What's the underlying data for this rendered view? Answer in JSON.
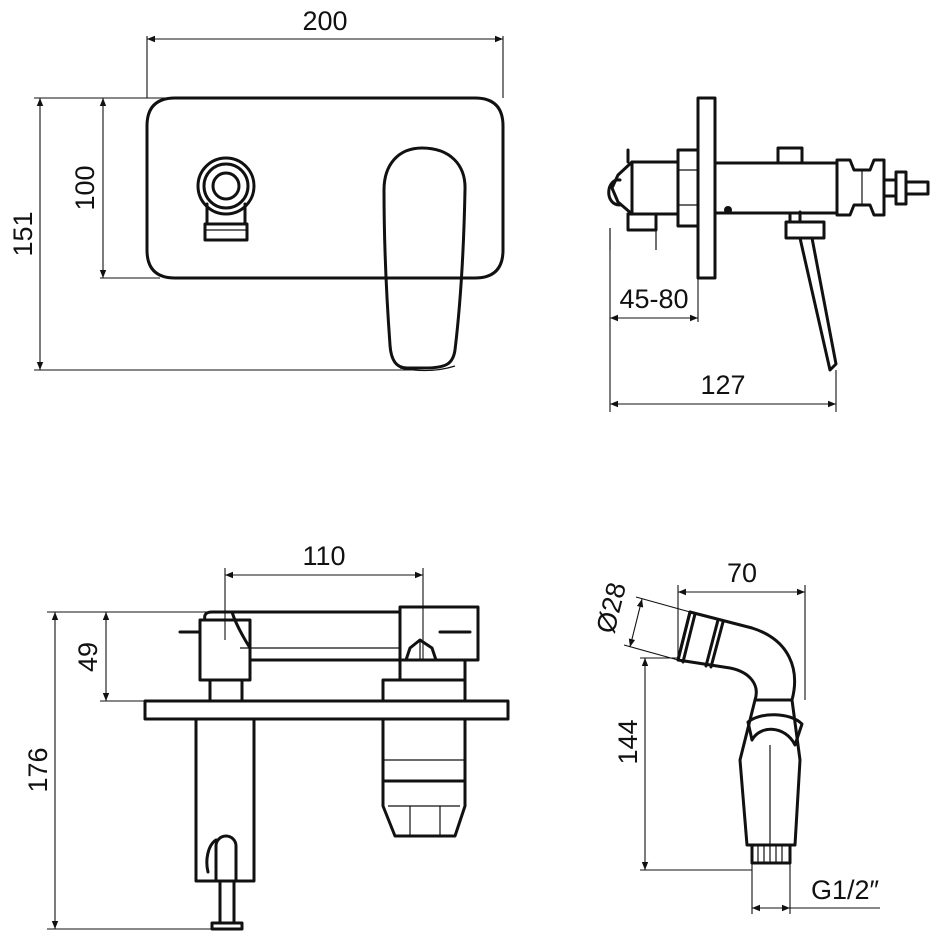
{
  "views": {
    "front": {
      "width_label": "200",
      "total_height_label": "151",
      "plate_height_label": "100"
    },
    "side": {
      "wall_depth_label": "45-80",
      "projection_label": "127"
    },
    "top": {
      "spacing_label": "110",
      "offset_label": "49",
      "total_depth_label": "176"
    },
    "hand_shower": {
      "length_label": "70",
      "diameter_label": "Ø28",
      "height_label": "144",
      "thread_label": "G1/2″"
    }
  }
}
